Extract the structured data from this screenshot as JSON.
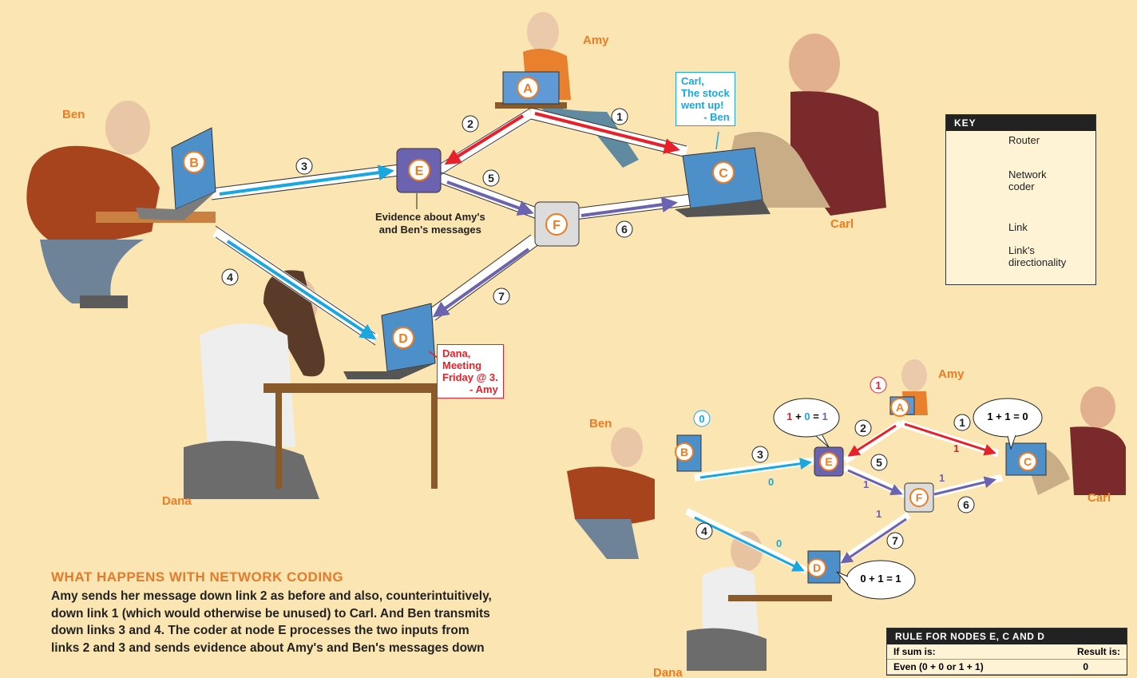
{
  "people": {
    "amy": "Amy",
    "ben": "Ben",
    "carl": "Carl",
    "dana": "Dana"
  },
  "nodes": {
    "a": "A",
    "b": "B",
    "c": "C",
    "d": "D",
    "e": "E",
    "f": "F"
  },
  "link_numbers": [
    "1",
    "2",
    "3",
    "4",
    "5",
    "6",
    "7"
  ],
  "top_diagram": {
    "evidence_label_line1": "Evidence about Amy's",
    "evidence_label_line2": "and Ben's messages",
    "carl_message": [
      "Carl,",
      "The stock",
      "went up!",
      "- Ben"
    ],
    "dana_message": [
      "Dana,",
      "Meeting",
      "Friday @ 3.",
      "- Amy"
    ]
  },
  "key": {
    "title": "KEY",
    "router": "Router",
    "coder_line1": "Network",
    "coder_line2": "coder",
    "link": "Link",
    "dir_line1": "Link's",
    "dir_line2": "directionality"
  },
  "bottom_diagram": {
    "amy_bit": "1",
    "ben_bit": "0",
    "e_eq": {
      "a": "1",
      "plus": "+",
      "b": "0",
      "eq": "=",
      "r": "1"
    },
    "c_eq": "1 + 1 = 0",
    "d_eq": "0 + 1 = 1",
    "link_values": {
      "l1": "1",
      "l3": "0",
      "l4": "0",
      "l5": "1",
      "l6": "1",
      "l7": "1"
    }
  },
  "text": {
    "heading": "WHAT HAPPENS WITH NETWORK CODING",
    "lines": [
      "Amy sends her message down link 2 as before and also, counterintuitively,",
      "down link 1 (which would otherwise be unused) to Carl. And Ben transmits",
      "down links 3 and 4. The coder at node E processes the two inputs from",
      "links 2 and 3 and sends evidence about Amy's and Ben's messages down"
    ]
  },
  "rule_table": {
    "title": "RULE FOR NODES E, C AND D",
    "col1": "If sum is:",
    "col2": "Result is:",
    "row1_a": "Even (0 + 0 or 1 + 1)",
    "row1_b": "0"
  },
  "colors": {
    "background": "#fbe6b3",
    "orange": "#ef7b22",
    "red_arrow": "#e8202a",
    "blue_arrow": "#1aa7e0",
    "purple_arrow": "#6b63b0",
    "coder": "#6b63b0",
    "router": "#dcdcdc"
  }
}
